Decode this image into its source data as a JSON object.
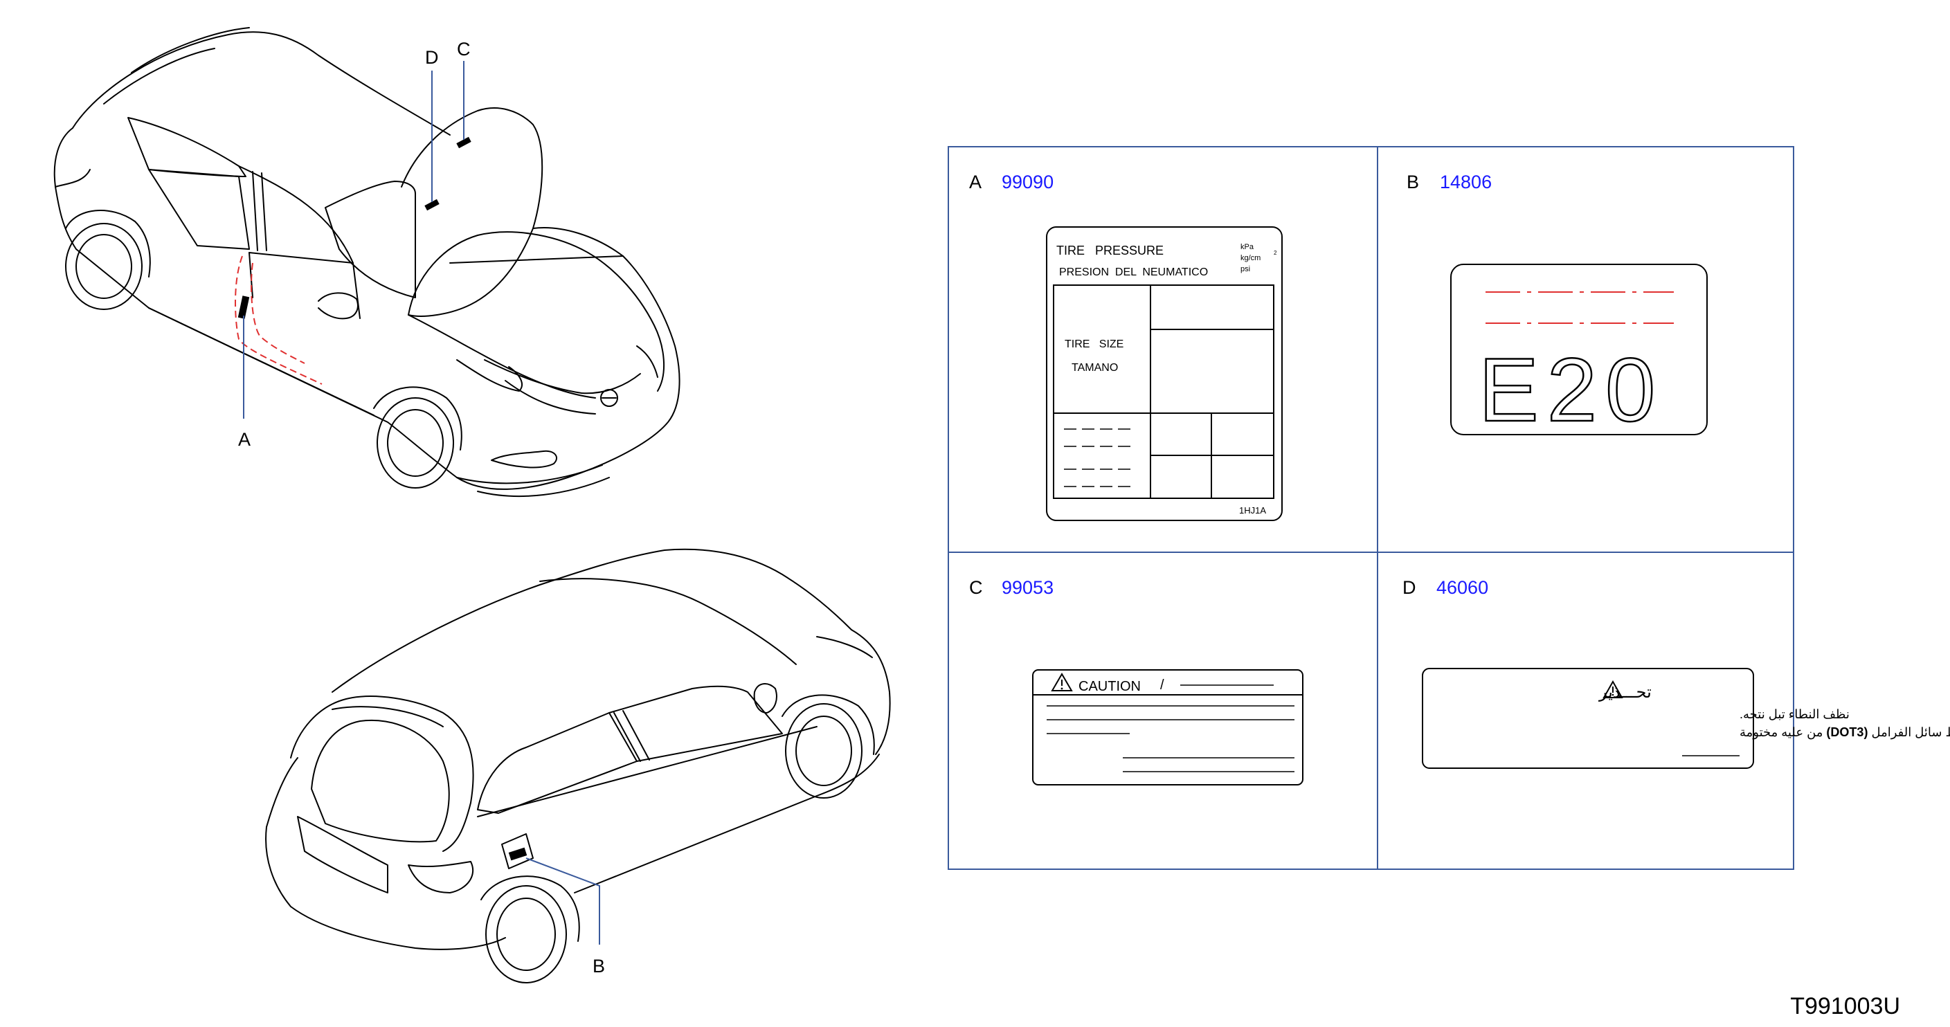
{
  "car_callouts": {
    "A": "A",
    "B": "B",
    "C": "C",
    "D": "D"
  },
  "panels": {
    "A": {
      "letter": "A",
      "part_number": "99090"
    },
    "B": {
      "letter": "B",
      "part_number": "14806"
    },
    "C": {
      "letter": "C",
      "part_number": "99053"
    },
    "D": {
      "letter": "D",
      "part_number": "46060"
    }
  },
  "label_a": {
    "title_1": "TIRE   PRESSURE",
    "title_2": "PRESION  DEL  NEUMATICO",
    "unit_1": "kPa",
    "unit_2": "kg/cm",
    "unit_sup": "2",
    "unit_3": "psi",
    "tire_size": "TIRE   SIZE",
    "tamano": "TAMANO",
    "code": "1HJ1A"
  },
  "label_b": {
    "text": "E20"
  },
  "label_c": {
    "caution": "CAUTION",
    "slash": "/"
  },
  "label_d": {
    "line_1": "تحـــذير",
    "line_2": "نظف النطاء تبل نتحه.",
    "line_3_pre": "استخدم نتط سائل الفرامل ",
    "line_3_bold": "(DOT3)",
    "line_3_post": " من عليه مختومة"
  },
  "diagram_code": "T991003U",
  "colors": {
    "panel_border": "#3a5a9c",
    "part_number": "#1a1aff",
    "leader_line": "#3a5a9c",
    "dashed_red": "#e03030"
  }
}
